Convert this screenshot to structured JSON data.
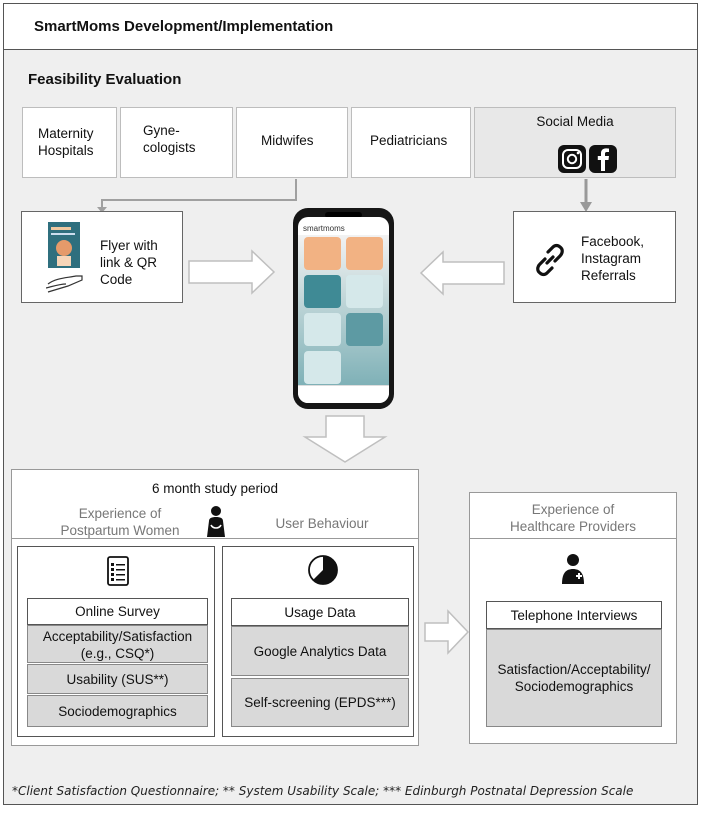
{
  "header": {
    "title": "SmartMoms Development/Implementation"
  },
  "feasibility": {
    "title": "Feasibility Evaluation"
  },
  "sources": [
    {
      "label": "Maternity\nHospitals"
    },
    {
      "label": "Gyne-\ncologists"
    },
    {
      "label": "Midwifes"
    },
    {
      "label": "Pediatricians"
    },
    {
      "label": "Social Media"
    }
  ],
  "flyer": {
    "label": "Flyer with\nlink & QR\nCode"
  },
  "referrals": {
    "label": "Facebook,\nInstagram\nReferrals"
  },
  "phone": {
    "app_name": "smartmoms"
  },
  "study": {
    "period": "6 month study period",
    "women_heading": "Experience of\nPostpartum Women",
    "behaviour_heading": "User Behaviour",
    "survey": {
      "title": "Online Survey",
      "items": [
        "Acceptability/Satisfaction\n(e.g., CSQ*)",
        "Usability (SUS**)",
        "Sociodemographics"
      ]
    },
    "usage": {
      "title": "Usage Data",
      "items": [
        "Google Analytics Data",
        "Self-screening (EPDS***)"
      ]
    }
  },
  "providers": {
    "heading": "Experience of\nHealthcare Providers",
    "interviews": {
      "title": "Telephone Interviews",
      "detail": "Satisfaction/Acceptability/\nSociodemographics"
    }
  },
  "footnote": "*Client Satisfaction Questionnaire; ** System Usability Scale; *** Edinburgh Postnatal Depression Scale"
}
